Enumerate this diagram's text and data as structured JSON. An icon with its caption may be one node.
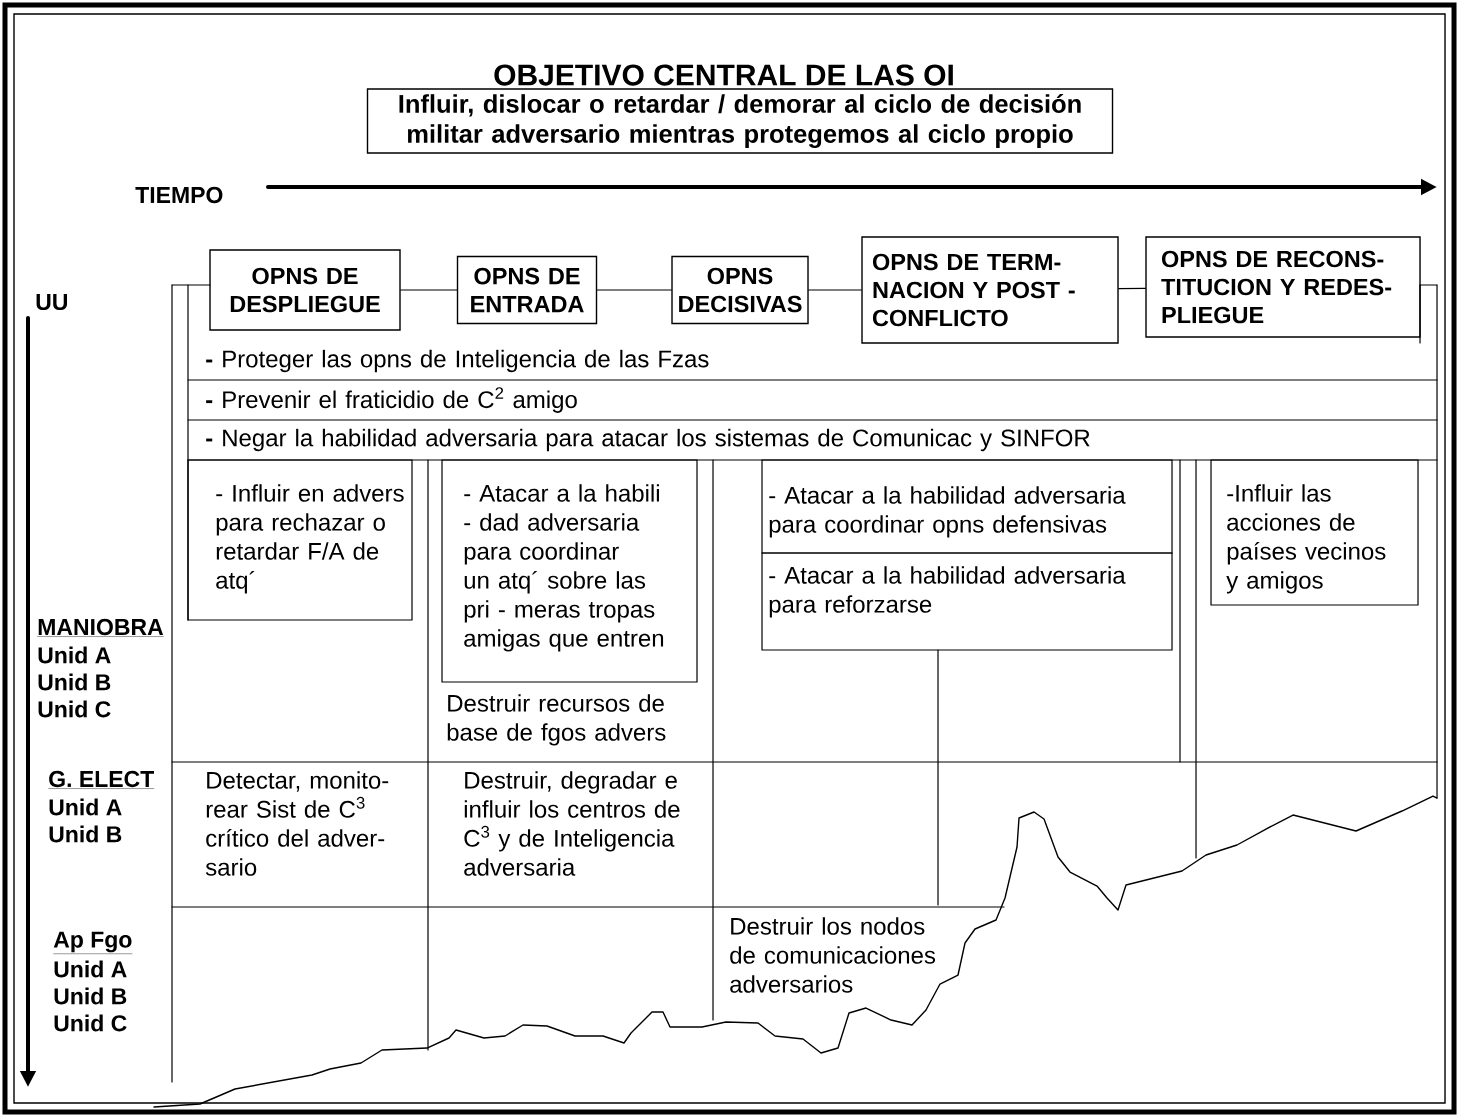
{
  "diagram": {
    "title": "OBJETIVO CENTRAL DE LAS OI",
    "nodes": [
      {
        "text": [
          "Influir, dislocar o retardar / demorar al ciclo de decisión militar adversario mientras protegemos al ciclo propio"
        ]
      },
      {
        "text": [
          "OPNS DE DESPLIEGUE"
        ]
      },
      {
        "text": [
          "OPNS DE ENTRADA"
        ]
      },
      {
        "text": [
          "OPNS DECISIVAS"
        ]
      },
      {
        "text": [
          "OPNS DE TERM- NACION Y POST - CONFLICTO"
        ]
      },
      {
        "text": [
          "OPNS DE RECONS- TITUCION Y REDES- PLIEGUE"
        ]
      },
      {
        "text": [
          "**-** Proteger las opns de Inteligencia de las Fzas"
        ]
      },
      {
        "text": [
          "**-** Prevenir el fraticidio de C$^{2}$ amigo"
        ]
      },
      {
        "text": [
          "**-** Negar la habilidad adversaria para atacar los sistemas de Comunicac y SINFOR"
        ]
      },
      {
        "text": [
          "- Influir en advers para rechazar o retardar F/A de atq´"
        ]
      },
      {
        "text": [
          "- Atacar a la habili - dad adversaria para coordinar un atq´ sobre las pri - meras tropas amigas que entren"
        ]
      },
      {
        "text": [
          "- Atacar a la habilidad adversaria para coordinar opns defensivas"
        ]
      },
      {
        "text": [
          "- Atacar a la habilidad adversaria para reforzarse"
        ]
      },
      {
        "text": [
          "-Influir las acciones de países vecinos y amigos"
        ]
      }
    ],
    "edges": [
      {
        "from": 1,
        "to": 2,
        "arrow": "none"
      },
      {
        "from": 2,
        "to": 3,
        "arrow": "none"
      },
      {
        "from": 3,
        "to": 4,
        "arrow": "none"
      },
      {
        "from": 4,
        "to": 5,
        "arrow": "none"
      }
    ],
    "labels": [
      "TIEMPO",
      "UU",
      "MANIOBRA",
      "Unid A",
      "Unid B",
      "Unid C",
      "Destruir recursos de base de fgos advers",
      "G. ELECT",
      "Unid A",
      "Unid B",
      "Detectar, monito- rear Sist de C$^{3}$ crítico del adver- sario",
      "Destruir, degradar e influir los centros de C$^{3}$ y de Inteligencia adversaria",
      "Ap Fgo",
      "Unid A",
      "Unid B",
      "Unid C",
      "Destruir los nodos de comunicaciones adversarios"
    ]
  }
}
